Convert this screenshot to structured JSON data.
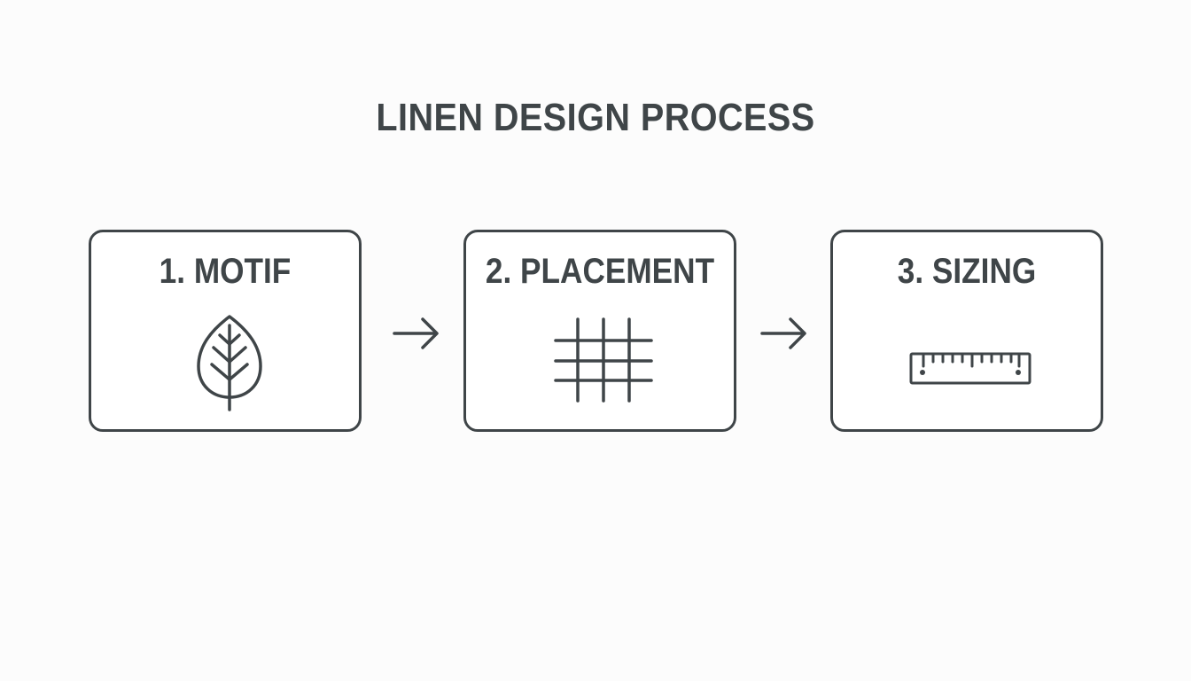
{
  "title": "LINEN DESIGN PROCESS",
  "steps": [
    {
      "label": "1. MOTIF",
      "icon": "leaf-icon"
    },
    {
      "label": "2. PLACEMENT",
      "icon": "grid-icon"
    },
    {
      "label": "3. SIZING",
      "icon": "ruler-icon"
    }
  ],
  "colors": {
    "stroke": "#3f4548",
    "background": "#fcfcfc"
  }
}
